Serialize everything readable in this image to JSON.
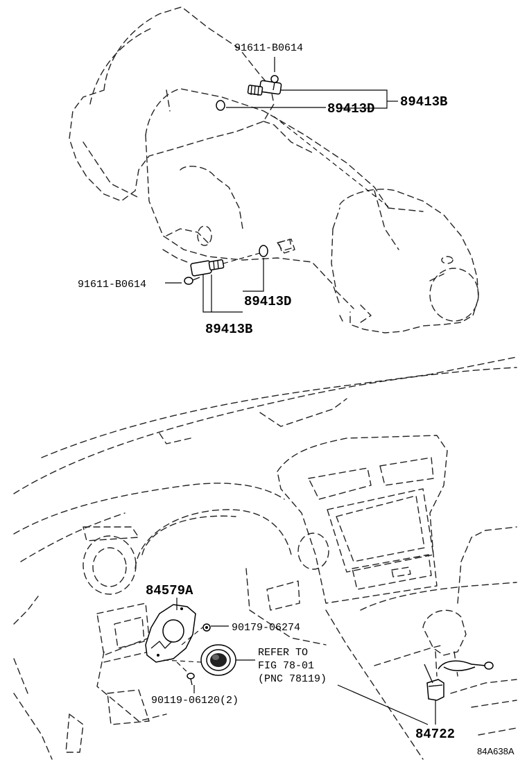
{
  "callouts": {
    "bolt_upper": "91611-B0614",
    "sensor_assy_upper": "89413B",
    "oring_upper": "89413D",
    "bolt_lower": "91611-B0614",
    "oring_lower": "89413D",
    "sensor_assy_lower": "89413B",
    "bracket": "84579A",
    "nut": "90179-06274",
    "screw": "90119-06120(2)",
    "shift_switch": "84722"
  },
  "reference_note": {
    "line1": "REFER TO",
    "line2": "FIG 78-01",
    "line3": "(PNC 78119)"
  },
  "figure_id": "84A638A"
}
